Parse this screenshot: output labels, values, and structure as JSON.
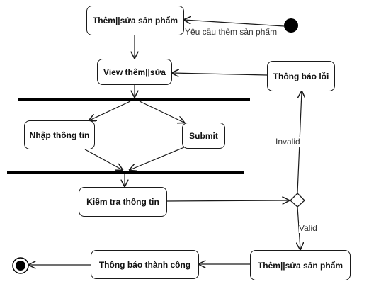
{
  "diagram": {
    "nodes": {
      "add_edit_top": "Thêm||sửa sản phẩm",
      "view_add_edit": "View thêm||sửa",
      "error_notice": "Thông báo lỗi",
      "enter_info": "Nhập thông tin",
      "submit": "Submit",
      "check_info": "Kiểm tra thông tin",
      "success_notice": "Thông báo thành công",
      "add_edit_bottom": "Thêm||sửa sản phẩm"
    },
    "edge_labels": {
      "request": "Yêu cầu thêm sản phẩm",
      "invalid": "Invalid",
      "valid": "Valid"
    }
  }
}
